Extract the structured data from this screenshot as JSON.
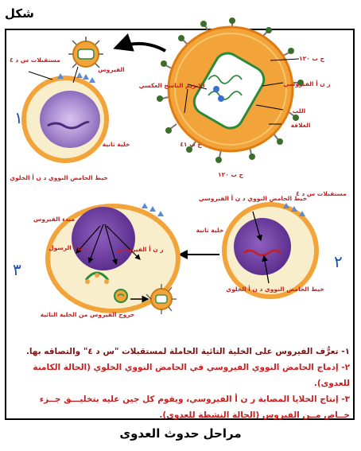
{
  "header": "شكل",
  "caption": "مراحل حدوث العدوى",
  "stage_numbers": [
    "١",
    "٢",
    "٣"
  ],
  "labels": {
    "receptors_top": "مستقبلات\nس د ٤",
    "virus": "الفيروس",
    "host_cell_1": "خلية ثانية",
    "host_dna_1": "خيط الحامض النووي\nد ن أ الخلوي",
    "gp120_top": "ج ب ١٢٠",
    "gp120_bottom": "ج ب ١٢٠",
    "gp41": "ج ب ٤١",
    "reverse_transcriptase": "الإنزيم الناسخ\nالعكسي",
    "viral_rna": "ر ن أ الفيروسي",
    "core": "اللب",
    "envelope": "الغلافة",
    "receptors_2": "مستقبلات\nس د ٤",
    "host_cell_2": "خلية ثانية",
    "viral_dna_2": "خيط الحامض النووي\nد ن أ الفيروسي",
    "host_dna_2": "خيط الحامض النووي\nد ن أ الخلوي",
    "virus_origin": "مبدء الفيروس",
    "mrna": "ر ن أ\nالرسول",
    "viral_rna_3": "ر ن أ الفيروسي",
    "new_virus": "خروج الفيروس من\nالخلية التائية"
  },
  "steps": [
    "١- تعرُّف الفيروس على الخلية التائية الحاملة لمستقبلات \"س د ٤\" والتصاقه بها.",
    "٢- إدماج الحامض النووي الفيروسي في الحامض النووي الخلوي (الحالة الكامنة للعدوى).",
    "٣- إنتاج الخلايا المصابة ر ن أ الفيروسي، ويقوم كل جين عليه بتخليـــق جــزء خــاص مــن الفيروس (الحالة النشطة للعدوى)."
  ],
  "colors": {
    "virus_orange": "#f2a33a",
    "cell_yellow": "#f8eecb",
    "nucleus_purple": "#7b4fa8",
    "label_red": "#c81e1e",
    "label_dark": "#7a1515"
  }
}
